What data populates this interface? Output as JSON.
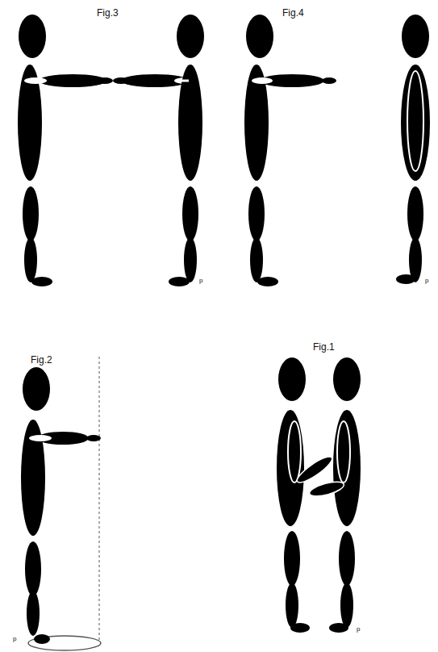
{
  "diagram": {
    "labels": [
      "Fig.3",
      "Fig.4",
      "Fig.2",
      "Fig.1",
      "p",
      "p",
      "p",
      "p"
    ]
  }
}
